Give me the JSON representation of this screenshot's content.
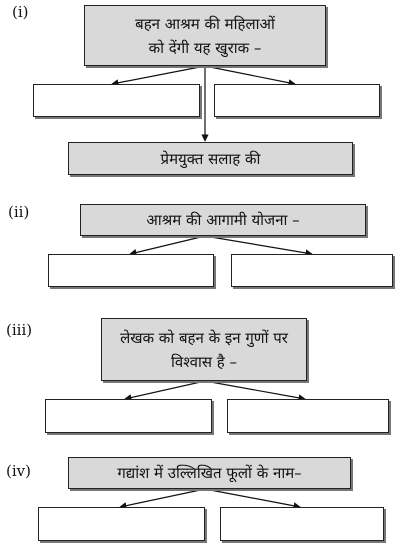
{
  "q1": {
    "label": "(i)",
    "question_line1": "बहन आश्रम की महिलाओं",
    "question_line2": "को देंगी यह खुराक –",
    "result": "प्रेमयुक्त सलाह की"
  },
  "q2": {
    "label": "(ii)",
    "question": "आश्रम की आगामी योजना –"
  },
  "q3": {
    "label": "(iii)",
    "question_line1": "लेखक को बहन के इन गुणों पर",
    "question_line2": "विश्वास है –"
  },
  "q4": {
    "label": "(iv)",
    "question": "गद्यांश में उल्लिखित फूलों के नाम–"
  }
}
